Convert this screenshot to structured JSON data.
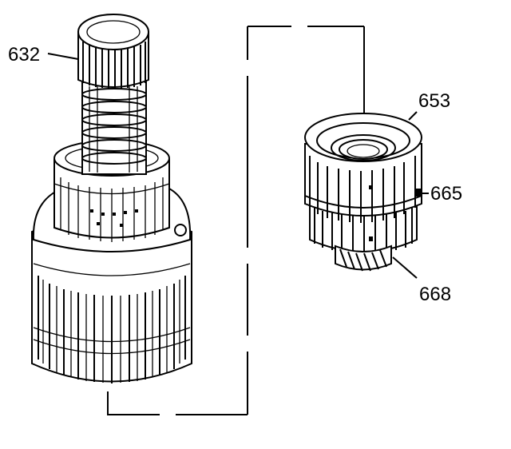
{
  "callouts": [
    {
      "id": "632",
      "text": "632"
    },
    {
      "id": "653",
      "text": "653"
    },
    {
      "id": "665",
      "text": "665"
    },
    {
      "id": "668",
      "text": "668"
    }
  ]
}
